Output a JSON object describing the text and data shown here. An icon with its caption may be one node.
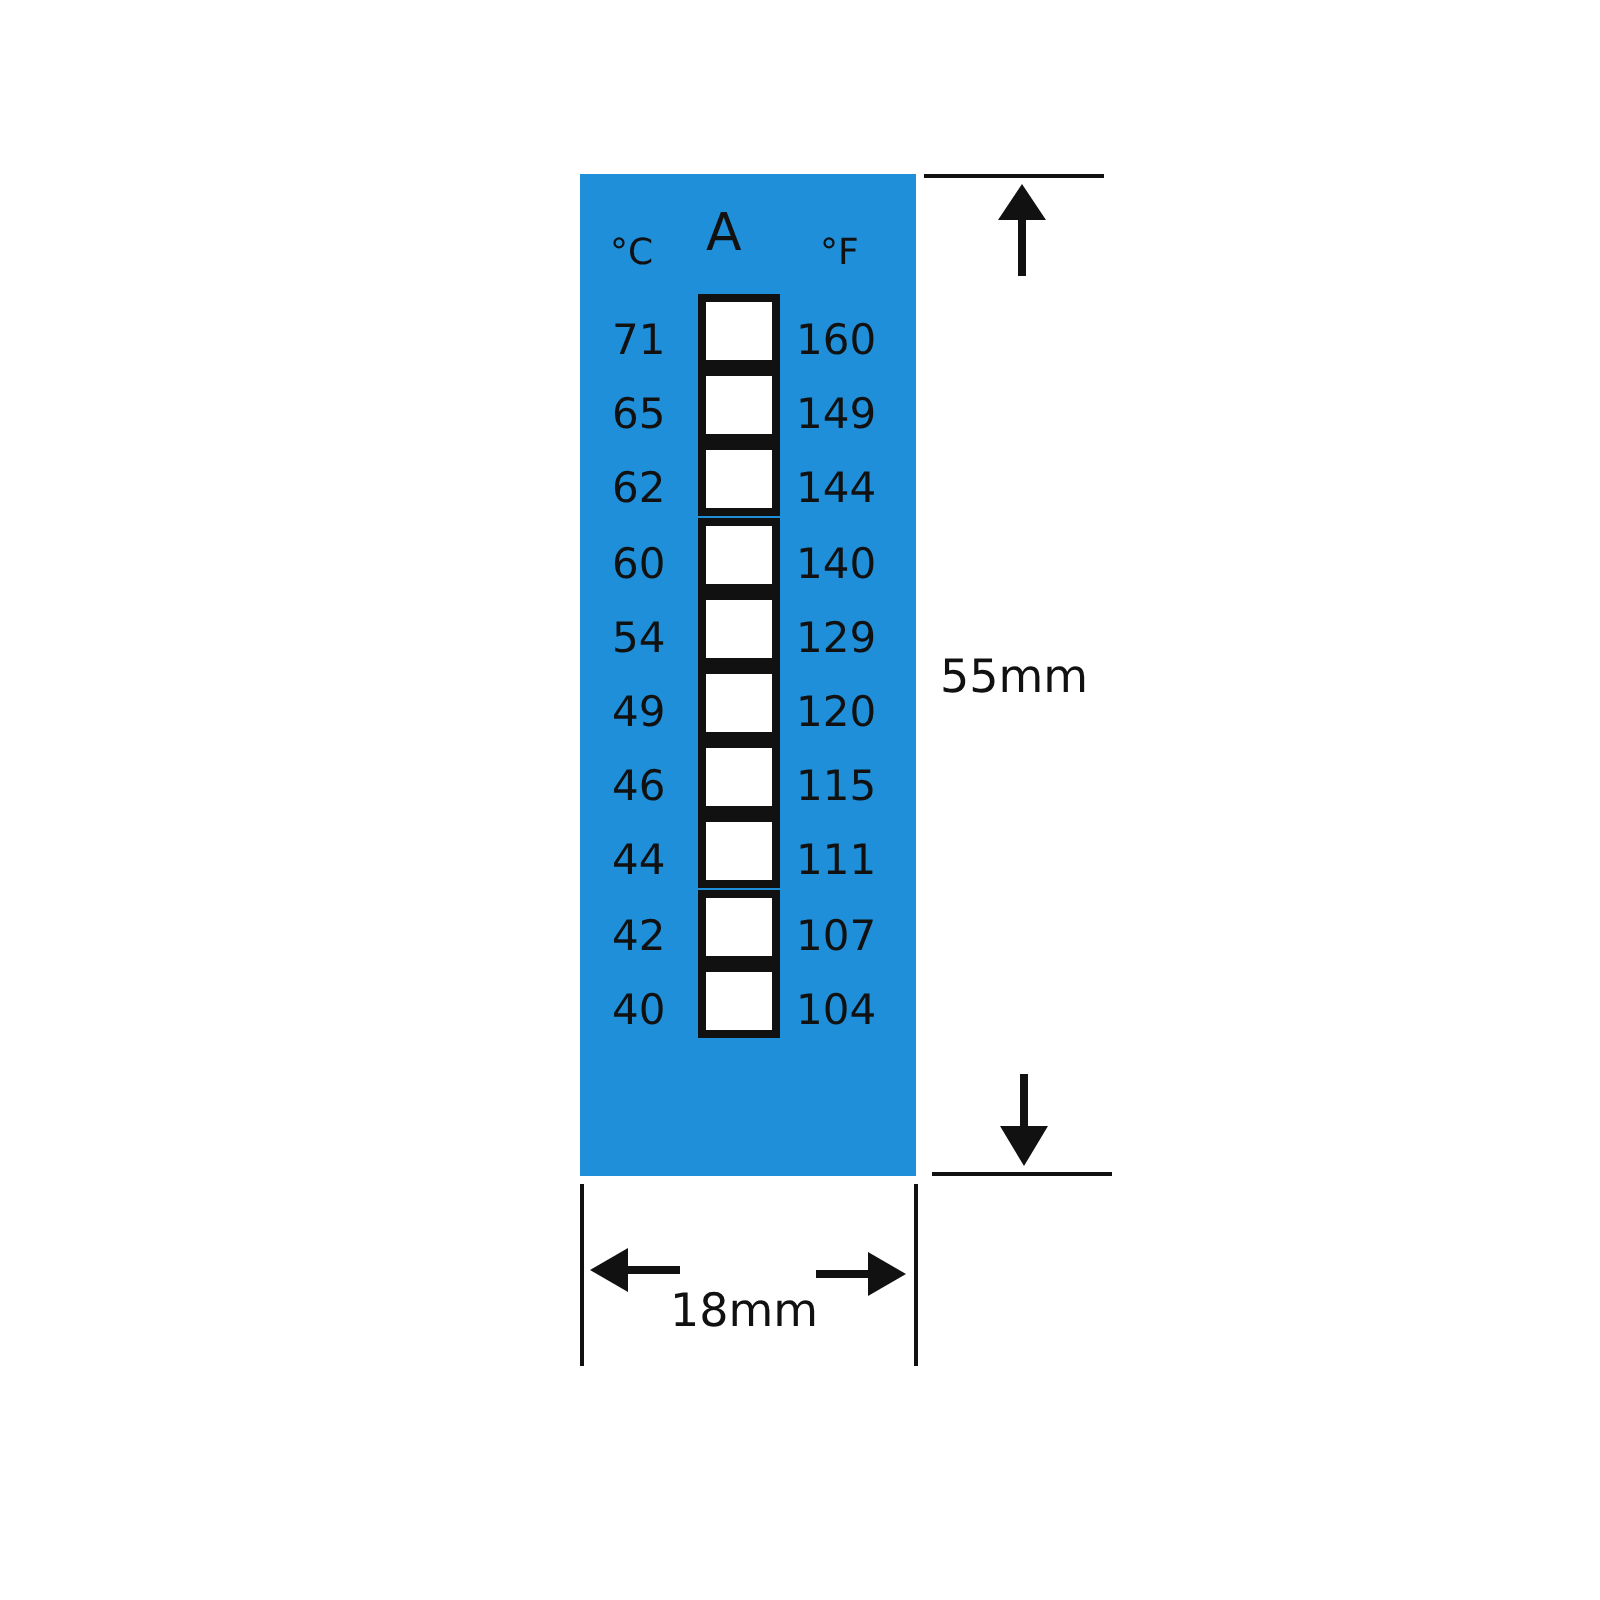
{
  "diagram": {
    "nodes": [
      {
        "text": [
          "°C",
          "A",
          "°F"
        ]
      },
      {
        "text": [],
        "shape": "box",
        "in": 0
      },
      {
        "text": [],
        "shape": "box",
        "in": 0
      },
      {
        "text": [],
        "shape": "box",
        "in": 0
      },
      {
        "text": [],
        "shape": "box",
        "in": 0
      },
      {
        "text": [],
        "shape": "box",
        "in": 0
      },
      {
        "text": [],
        "shape": "box",
        "in": 0
      },
      {
        "text": [],
        "shape": "box",
        "in": 0
      },
      {
        "text": [],
        "shape": "box",
        "in": 0
      },
      {
        "text": [],
        "shape": "box",
        "in": 0
      },
      {
        "text": [],
        "shape": "box",
        "in": 0
      }
    ],
    "labels": [
      "71",
      "160",
      "65",
      "149",
      "62",
      "144",
      "60",
      "140",
      "54",
      "129",
      "49",
      "120",
      "46",
      "115",
      "44",
      "111",
      "42",
      "107",
      "40",
      "104",
      "55mm",
      "18mm"
    ]
  }
}
